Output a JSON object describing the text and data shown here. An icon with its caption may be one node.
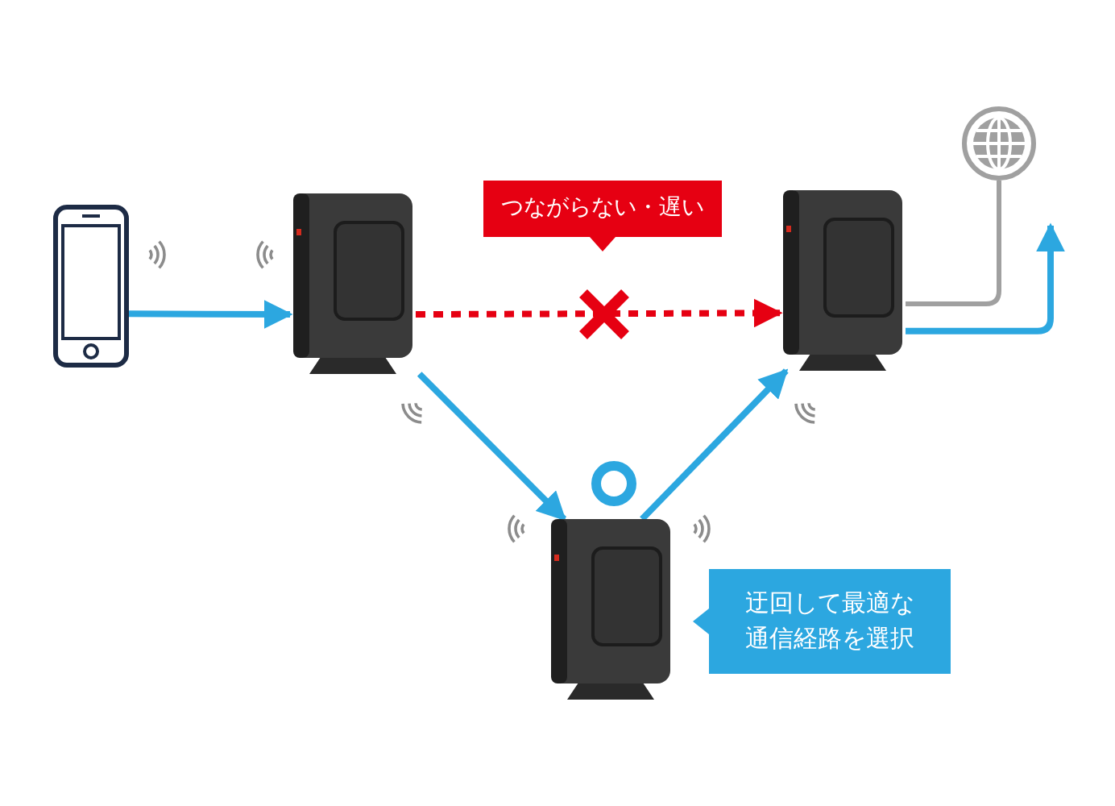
{
  "diagram": {
    "nodes": [
      {
        "text": [],
        "shape": "picture"
      },
      {
        "text": [],
        "shape": "picture"
      },
      {
        "text": [],
        "shape": "picture"
      },
      {
        "text": [],
        "shape": "picture"
      },
      {
        "text": [],
        "shape": "picture"
      },
      {
        "text": [
          "つながらない・遅い"
        ]
      },
      {
        "text": [
          "迂回して最適な通信経路を選択"
        ]
      }
    ],
    "edges": [
      {
        "from": 0,
        "to": 1,
        "arrow": "to"
      },
      {
        "from": 1,
        "to": 2,
        "arrow": "to",
        "style": "dashed",
        "color": "#e60012"
      },
      {
        "from": 1,
        "to": 3,
        "arrow": "to"
      },
      {
        "from": 3,
        "to": 2,
        "arrow": "to"
      },
      {
        "from": 2,
        "to": 4,
        "arrow": "none",
        "color": "#a0a0a0"
      },
      {
        "from": 2,
        "to": null,
        "arrow": "to"
      }
    ]
  }
}
